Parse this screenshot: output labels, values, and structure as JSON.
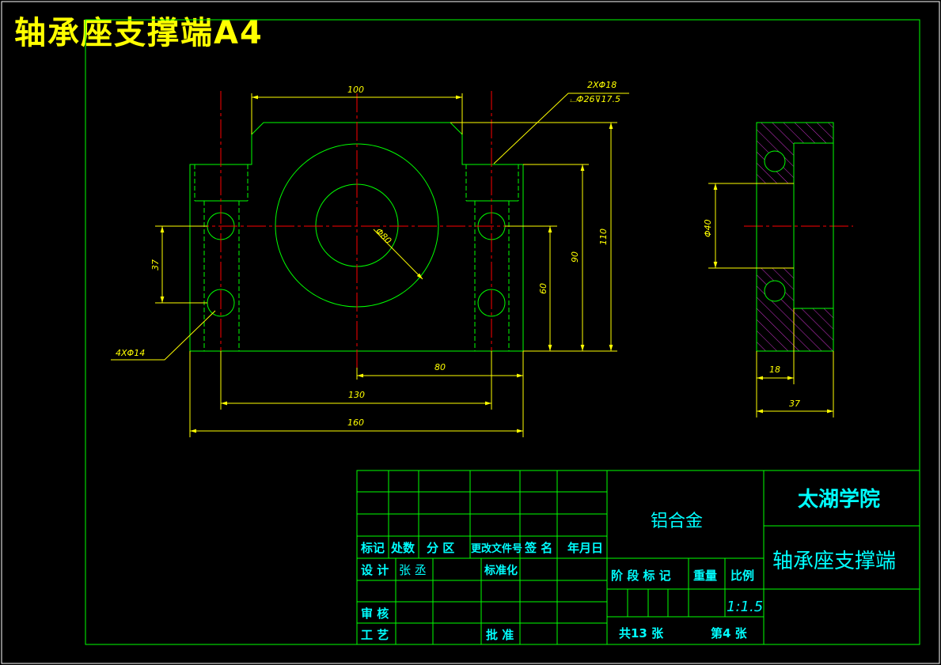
{
  "page_title": "轴承座支撑端A4",
  "colors": {
    "outline": "#00ff00",
    "dimension": "#ffff00",
    "centerline": "#ff0000",
    "hatch": "#cc33cc",
    "title_block_text": "#00ffff",
    "white": "#ffffff"
  },
  "dimensions": {
    "top_width": "100",
    "hole_callout_line1": "2XΦ18",
    "hole_callout_line2": "⌴Φ26⊽17.5",
    "bore_diameter": "Φ80",
    "vertical_spacing": "37",
    "hole_callout_bottom": "4XΦ14",
    "center_height": "60",
    "mid_height": "90",
    "total_height": "110",
    "center_to_right": "80",
    "hole_spacing": "130",
    "total_width": "160",
    "side_diameter": "Φ40",
    "side_depth": "18",
    "side_width": "37"
  },
  "title_block": {
    "header_labels": [
      "标记",
      "处数",
      "分 区",
      "更改文件号",
      "签 名",
      "年月日"
    ],
    "design_label": "设 计",
    "designer": "张 丞",
    "standardization_label": "标准化",
    "review_label": "审 核",
    "process_label": "工 艺",
    "approve_label": "批 准",
    "material": "铝合金",
    "stage_label": "阶 段 标 记",
    "weight_label": "重量",
    "scale_label": "比例",
    "scale_value": "1:1.5",
    "sheet_total": "共13 张",
    "sheet_no": "第4 张",
    "school": "太湖学院",
    "part_name": "轴承座支撑端"
  }
}
